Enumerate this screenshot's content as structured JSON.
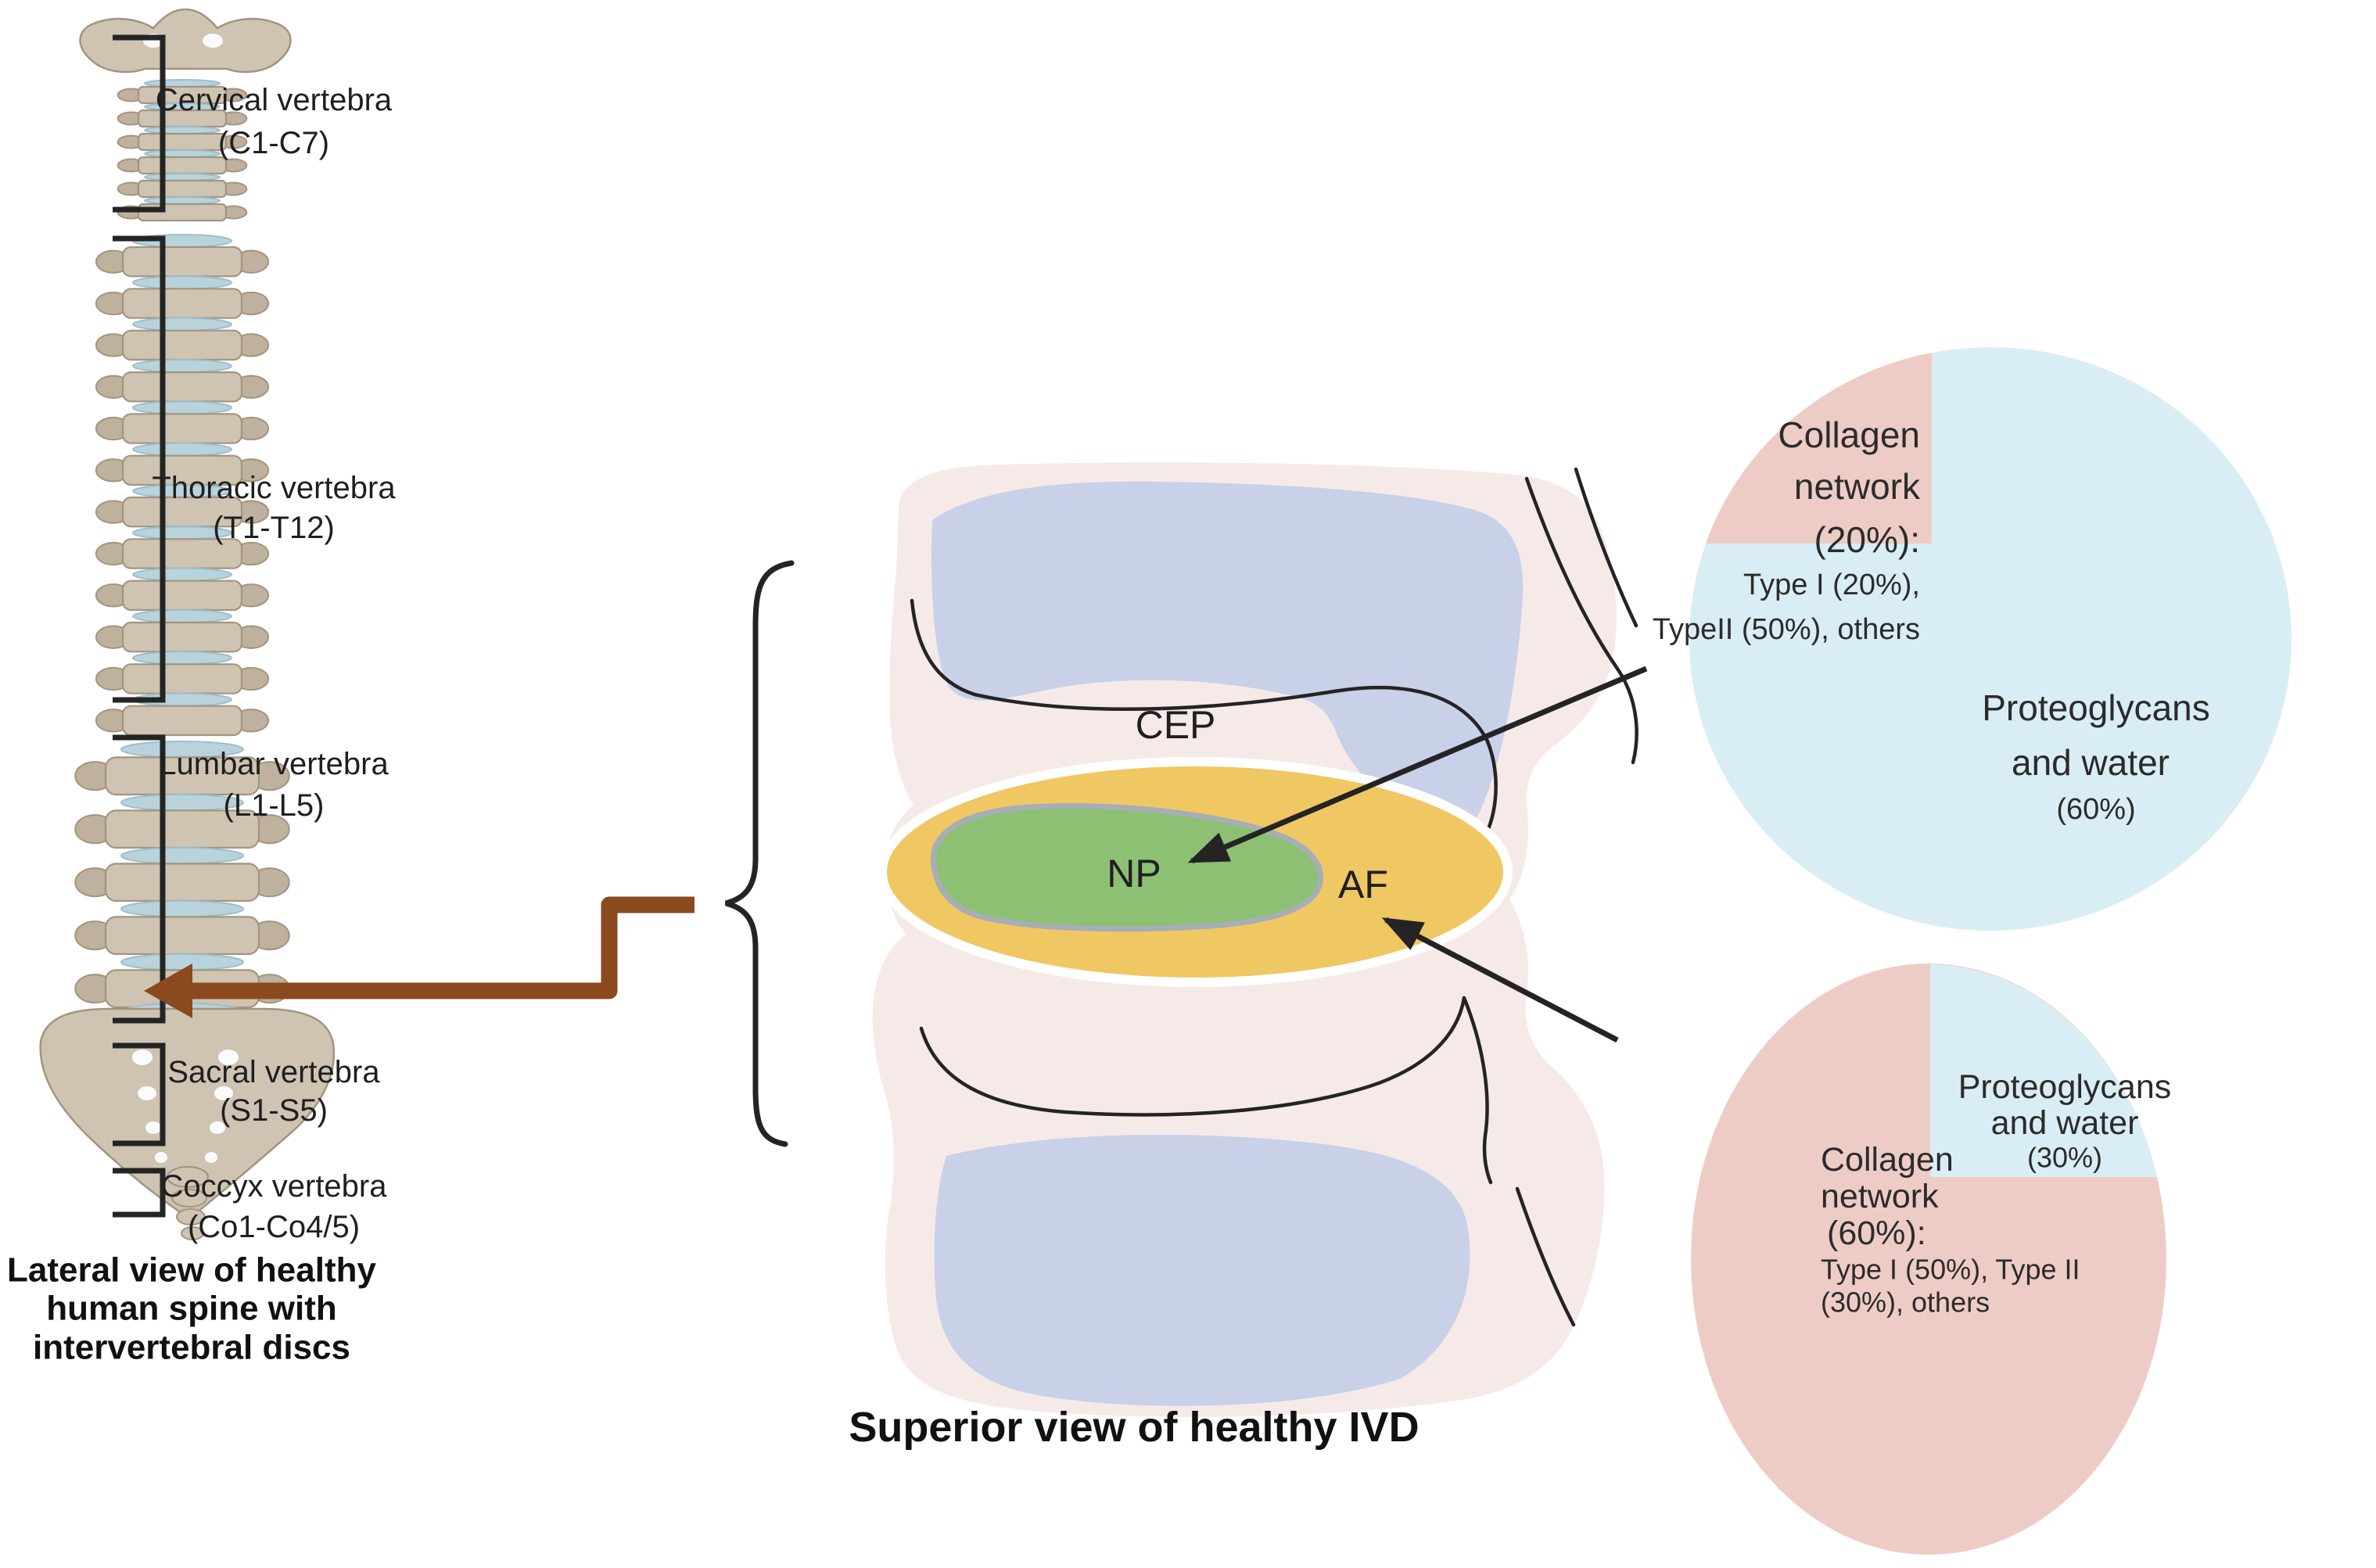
{
  "spine_panel": {
    "regions": [
      {
        "id": "cervical",
        "line1": "Cervical vertebra",
        "line2": "(C1-C7)"
      },
      {
        "id": "thoracic",
        "line1": "Thoracic vertebra",
        "line2": "(T1-T12)"
      },
      {
        "id": "lumbar",
        "line1": "Lumbar vertebra",
        "line2": "(L1-L5)"
      },
      {
        "id": "sacral",
        "line1": "Sacral vertebra",
        "line2": "(S1-S5)"
      },
      {
        "id": "coccyx",
        "line1": "Coccyx vertebra",
        "line2": "(Co1-Co4/5)"
      }
    ],
    "caption": [
      "Lateral view of healthy",
      "human spine with",
      "intervertebral discs"
    ]
  },
  "ivd_panel": {
    "cep": "CEP",
    "np": "NP",
    "af": "AF",
    "caption": "Superior view of healthy IVD"
  },
  "np_pie": {
    "collagen": [
      "Collagen",
      "network",
      "(20%):"
    ],
    "collagen_detail": [
      "Type I (20%),",
      "TypeII (50%), others"
    ],
    "proteoglycans": [
      "Proteoglycans",
      "and water"
    ],
    "proteoglycans_pct": "(60%)"
  },
  "af_pie": {
    "proteoglycans": [
      "Proteoglycans",
      "and water"
    ],
    "proteoglycans_pct": "(30%)",
    "collagen": [
      "Collagen",
      "network",
      "(60%):"
    ],
    "collagen_detail": [
      "Type I (50%), Type II",
      "(30%), others"
    ]
  },
  "chart_data": [
    {
      "type": "pie",
      "target": "NP",
      "categories": [
        "Proteoglycans and water",
        "Collagen network"
      ],
      "values": [
        60,
        20
      ],
      "slice_colors": [
        "#d9edf4",
        "#eeccc6"
      ],
      "note": "Collagen network (20%): Type I (20%), TypeII (50%), others"
    },
    {
      "type": "pie",
      "target": "AF",
      "categories": [
        "Collagen network",
        "Proteoglycans and water"
      ],
      "values": [
        60,
        30
      ],
      "slice_colors": [
        "#eeccc6",
        "#d9edf4"
      ],
      "note": "Collagen network (60%): Type I (50%), Type II (30%), others"
    }
  ],
  "colors": {
    "pie_pink": "#eeccc6",
    "pie_blue": "#d9edf4",
    "af_yellow": "#efc763",
    "np_green": "#8dc073",
    "np_stroke": "#a6aeb6",
    "vertebra_lavender": "#c9d1e8",
    "tissue": "#f5eae8",
    "bone": "#cfc3b2",
    "bone_shade": "#bfb19d",
    "disc_blue": "#b9d3dd",
    "brown_arrow": "#8a4a1e",
    "line_black": "#242424"
  }
}
